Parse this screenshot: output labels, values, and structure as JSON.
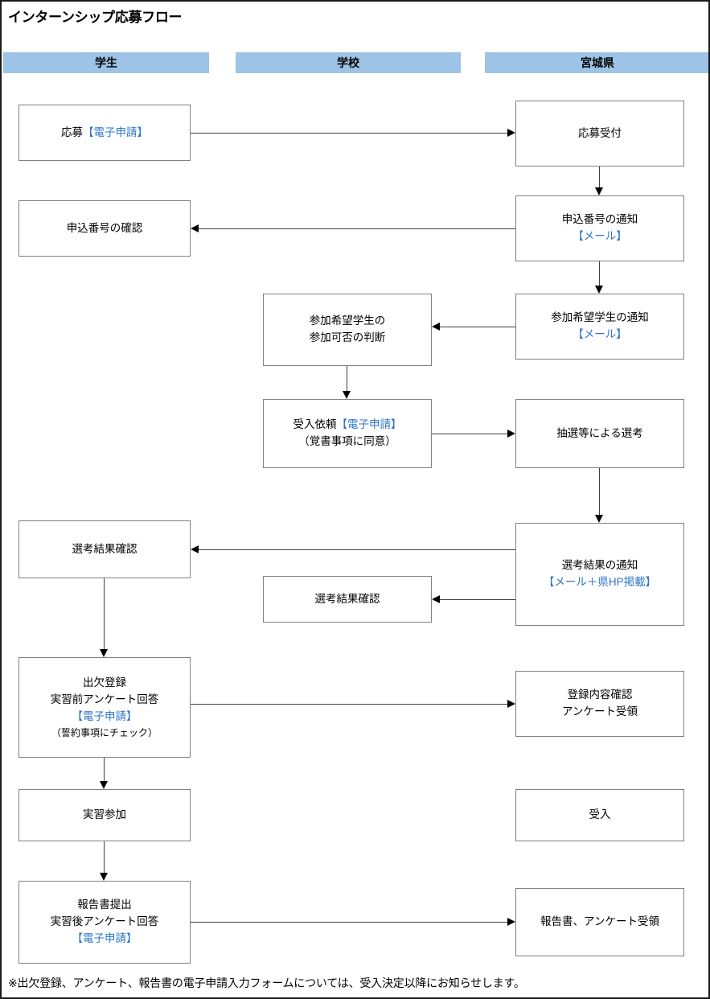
{
  "page": {
    "title": "インターンシップ応募フロー",
    "footnote": "※出欠登録、アンケート、報告書の電子申請入力フォームについては、受入決定以降にお知らせします。",
    "colors": {
      "header_band": "#9dc3e6",
      "box_border": "#7f7f7f",
      "connector": "#3f3f3f",
      "accent_blue_text": "#2e75c8",
      "page_border": "#1a1a1a",
      "background": "#ffffff"
    }
  },
  "columns": [
    {
      "id": "student",
      "label": "学生"
    },
    {
      "id": "school",
      "label": "学校"
    },
    {
      "id": "pref",
      "label": "宮城県"
    }
  ],
  "chart_data": {
    "type": "diagram",
    "title": "インターンシップ応募フロー",
    "lanes": [
      "学生",
      "学校",
      "宮城県"
    ],
    "nodes": [
      {
        "id": "n1",
        "lane": "学生",
        "lines": [
          "応募【電子申請】"
        ]
      },
      {
        "id": "n2",
        "lane": "宮城県",
        "lines": [
          "応募受付"
        ]
      },
      {
        "id": "n3",
        "lane": "宮城県",
        "lines": [
          "申込番号の通知",
          "【メール】"
        ]
      },
      {
        "id": "n4",
        "lane": "学生",
        "lines": [
          "申込番号の確認"
        ]
      },
      {
        "id": "n5",
        "lane": "宮城県",
        "lines": [
          "参加希望学生の通知",
          "【メール】"
        ]
      },
      {
        "id": "n6",
        "lane": "学校",
        "lines": [
          "参加希望学生の",
          "参加可否の判断"
        ]
      },
      {
        "id": "n7",
        "lane": "学校",
        "lines": [
          "受入依頼【電子申請】",
          "（覚書事項に同意）"
        ]
      },
      {
        "id": "n8",
        "lane": "宮城県",
        "lines": [
          "抽選等による選考"
        ]
      },
      {
        "id": "n9",
        "lane": "宮城県",
        "lines": [
          "選考結果の通知",
          "【メール＋県HP掲載】"
        ]
      },
      {
        "id": "n10",
        "lane": "学生",
        "lines": [
          "選考結果確認"
        ]
      },
      {
        "id": "n11",
        "lane": "学校",
        "lines": [
          "選考結果確認"
        ]
      },
      {
        "id": "n12",
        "lane": "学生",
        "lines": [
          "出欠登録",
          "実習前アンケート回答",
          "【電子申請】",
          "（誓約事項にチェック）"
        ]
      },
      {
        "id": "n13",
        "lane": "宮城県",
        "lines": [
          "登録内容確認",
          "アンケート受領"
        ]
      },
      {
        "id": "n14",
        "lane": "学生",
        "lines": [
          "実習参加"
        ]
      },
      {
        "id": "n15",
        "lane": "宮城県",
        "lines": [
          "受入"
        ]
      },
      {
        "id": "n16",
        "lane": "学生",
        "lines": [
          "報告書提出",
          "実習後アンケート回答",
          "【電子申請】"
        ]
      },
      {
        "id": "n17",
        "lane": "宮城県",
        "lines": [
          "報告書、アンケート受領"
        ]
      }
    ],
    "edges": [
      {
        "from": "n1",
        "to": "n2",
        "direction": "right"
      },
      {
        "from": "n2",
        "to": "n3",
        "direction": "down"
      },
      {
        "from": "n3",
        "to": "n4",
        "direction": "left"
      },
      {
        "from": "n3",
        "to": "n5",
        "direction": "down"
      },
      {
        "from": "n5",
        "to": "n6",
        "direction": "left"
      },
      {
        "from": "n6",
        "to": "n7",
        "direction": "down"
      },
      {
        "from": "n7",
        "to": "n8",
        "direction": "right"
      },
      {
        "from": "n8",
        "to": "n9",
        "direction": "down"
      },
      {
        "from": "n9",
        "to": "n10",
        "direction": "left"
      },
      {
        "from": "n9",
        "to": "n11",
        "direction": "left"
      },
      {
        "from": "n10",
        "to": "n12",
        "direction": "down"
      },
      {
        "from": "n12",
        "to": "n13",
        "direction": "right"
      },
      {
        "from": "n12",
        "to": "n14",
        "direction": "down"
      },
      {
        "from": "n14",
        "to": "n16",
        "direction": "down"
      },
      {
        "from": "n16",
        "to": "n17",
        "direction": "right"
      }
    ]
  },
  "nodes": {
    "n1": {
      "l0": "応募",
      "l0b": "【電子申請】"
    },
    "n2": {
      "l0": "応募受付"
    },
    "n3": {
      "l0": "申込番号の通知",
      "l1": "【メール】"
    },
    "n4": {
      "l0": "申込番号の確認"
    },
    "n5": {
      "l0": "参加希望学生の通知",
      "l1": "【メール】"
    },
    "n6": {
      "l0": "参加希望学生の",
      "l1": "参加可否の判断"
    },
    "n7": {
      "l0": "受入依頼",
      "l0b": "【電子申請】",
      "l1": "（覚書事項に同意）"
    },
    "n8": {
      "l0": "抽選等による選考"
    },
    "n9": {
      "l0": "選考結果の通知",
      "l1": "【メール＋県HP掲載】"
    },
    "n10": {
      "l0": "選考結果確認"
    },
    "n11": {
      "l0": "選考結果確認"
    },
    "n12": {
      "l0": "出欠登録",
      "l1": "実習前アンケート回答",
      "l2": "【電子申請】",
      "l3": "（誓約事項にチェック）"
    },
    "n13": {
      "l0": "登録内容確認",
      "l1": "アンケート受領"
    },
    "n14": {
      "l0": "実習参加"
    },
    "n15": {
      "l0": "受入"
    },
    "n16": {
      "l0": "報告書提出",
      "l1": "実習後アンケート回答",
      "l2": "【電子申請】"
    },
    "n17": {
      "l0": "報告書、アンケート受領"
    }
  }
}
